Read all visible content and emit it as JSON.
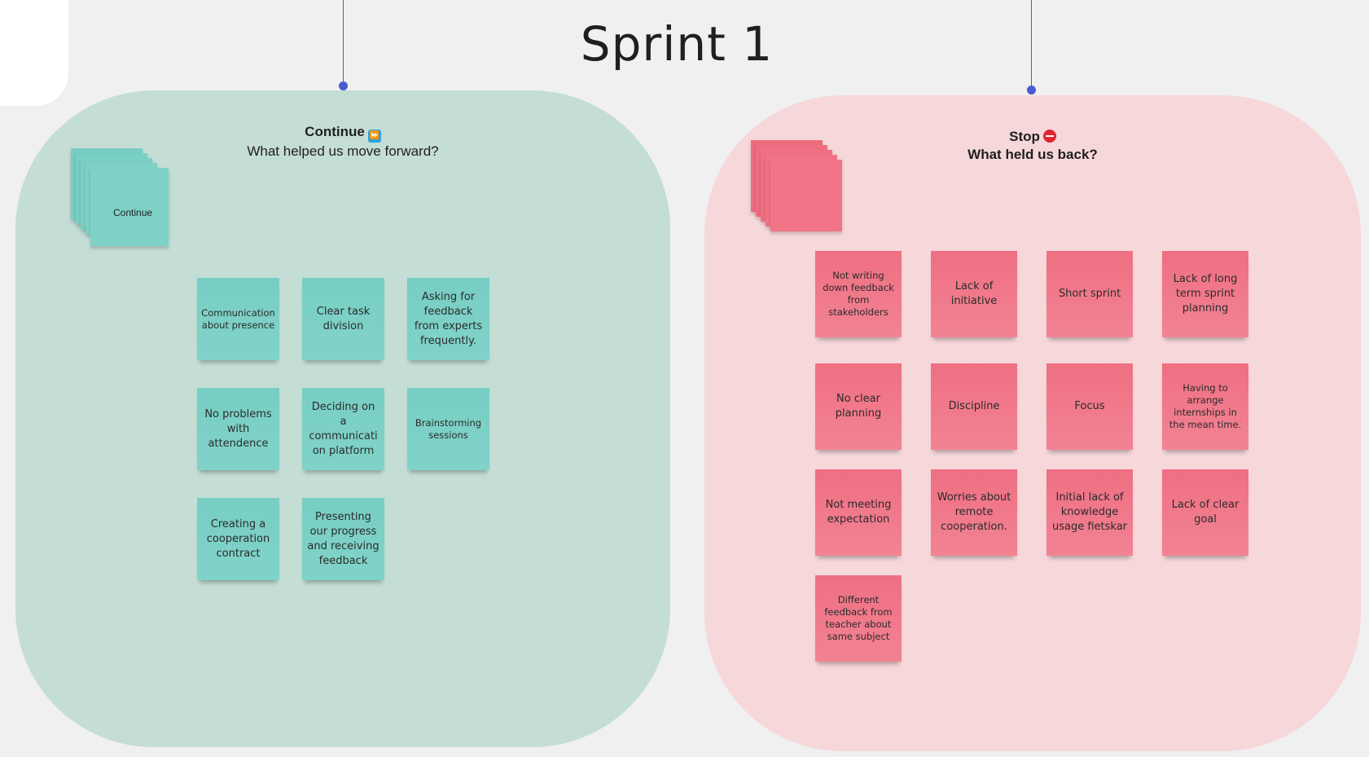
{
  "board": {
    "title": "Sprint 1"
  },
  "continue_frame": {
    "title": "Continue",
    "subtitle": "What helped us move forward?",
    "icon": "fast-forward-icon",
    "stack_label": "Continue",
    "color": "#c4ddd5",
    "note_color": "#7fd0c6",
    "notes": [
      "Communication about presence",
      "Clear task division",
      "Asking for feedback from experts frequently.",
      "No problems with attendence",
      "Deciding on a communicati on platform",
      "Brainstorming sessions",
      "Creating a cooperation contract",
      "Presenting our progress and receiving feedback"
    ]
  },
  "stop_frame": {
    "title": "Stop",
    "subtitle": "What held us back?",
    "icon": "no-entry-icon",
    "color": "#f6d7da",
    "note_color": "#f07a8b",
    "notes": [
      "Not writing down feedback from stakeholders",
      "Lack of initiative",
      "Short sprint",
      "Lack of long term sprint planning",
      "No clear planning",
      "Discipline",
      "Focus",
      "Having to arrange internships in the mean time.",
      "Not meeting expectation",
      "Worries about remote cooperation.",
      "Initial lack of knowledge usage fietskar",
      "Lack of clear goal",
      "Different feedback from teacher about same subject"
    ]
  }
}
